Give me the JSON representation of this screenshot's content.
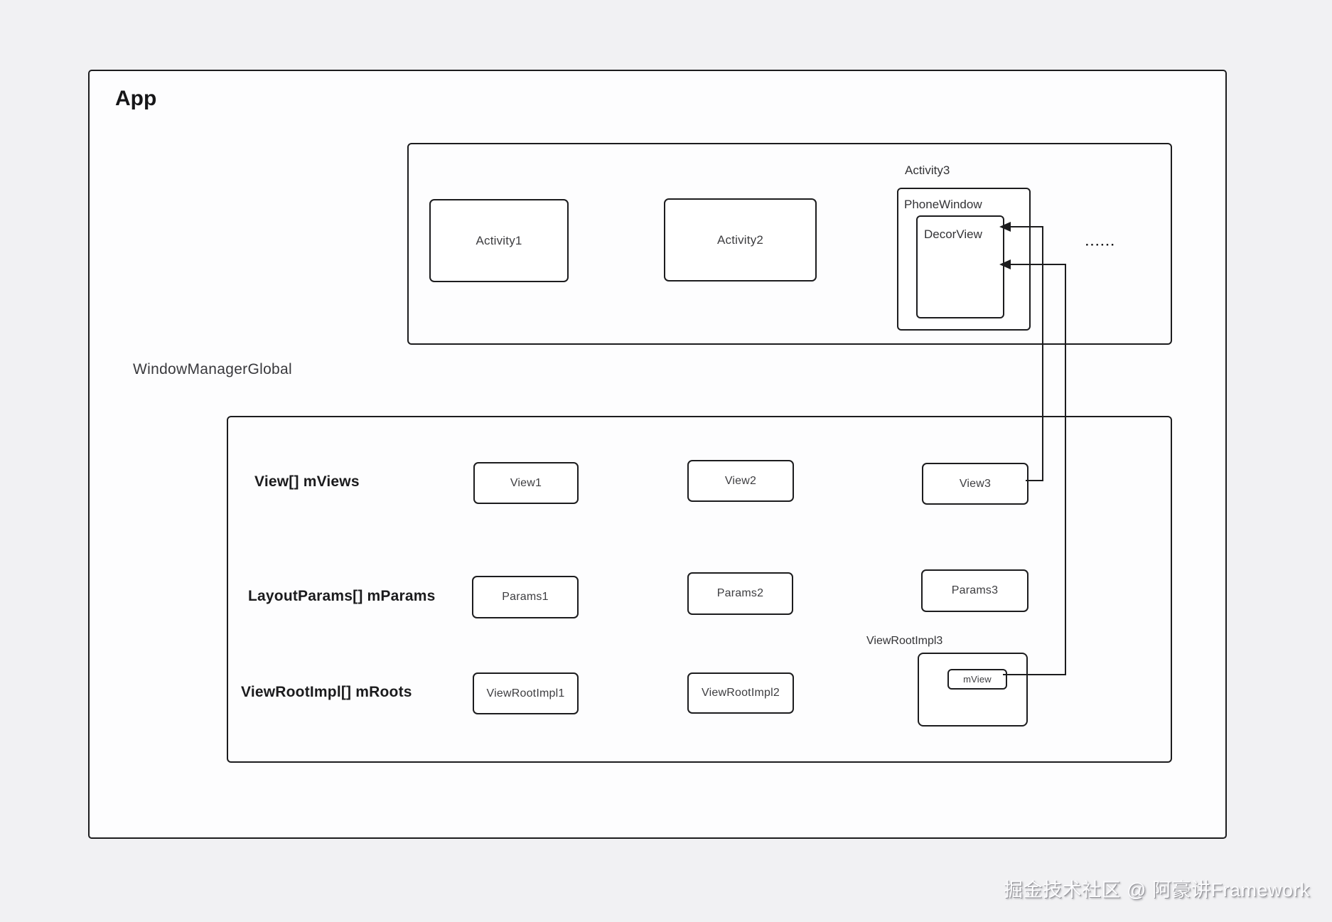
{
  "app": {
    "title": "App"
  },
  "activities": {
    "activity1": "Activity1",
    "activity2": "Activity2",
    "activity3_label": "Activity3",
    "phone_window_label": "PhoneWindow",
    "decor_view_label": "DecorView",
    "ellipsis": "······"
  },
  "wmg": {
    "label": "WindowManagerGlobal",
    "rows": [
      {
        "label": "View[] mViews",
        "items": [
          "View1",
          "View2",
          "View3"
        ]
      },
      {
        "label": "LayoutParams[] mParams",
        "items": [
          "Params1",
          "Params2",
          "Params3"
        ]
      },
      {
        "label": "ViewRootImpl[] mRoots",
        "items": [
          "ViewRootImpl1",
          "ViewRootImpl2"
        ]
      }
    ],
    "view_root_impl3": {
      "label": "ViewRootImpl3",
      "m_view": "mView"
    }
  },
  "footer": {
    "watermark": "掘金技术社区 @ 阿豪讲Framework"
  },
  "colors": {
    "page_background": "#f1f1f3",
    "canvas_background": "#fdfdfe",
    "line": "#1c1c1e",
    "text": "#3d3d40"
  }
}
